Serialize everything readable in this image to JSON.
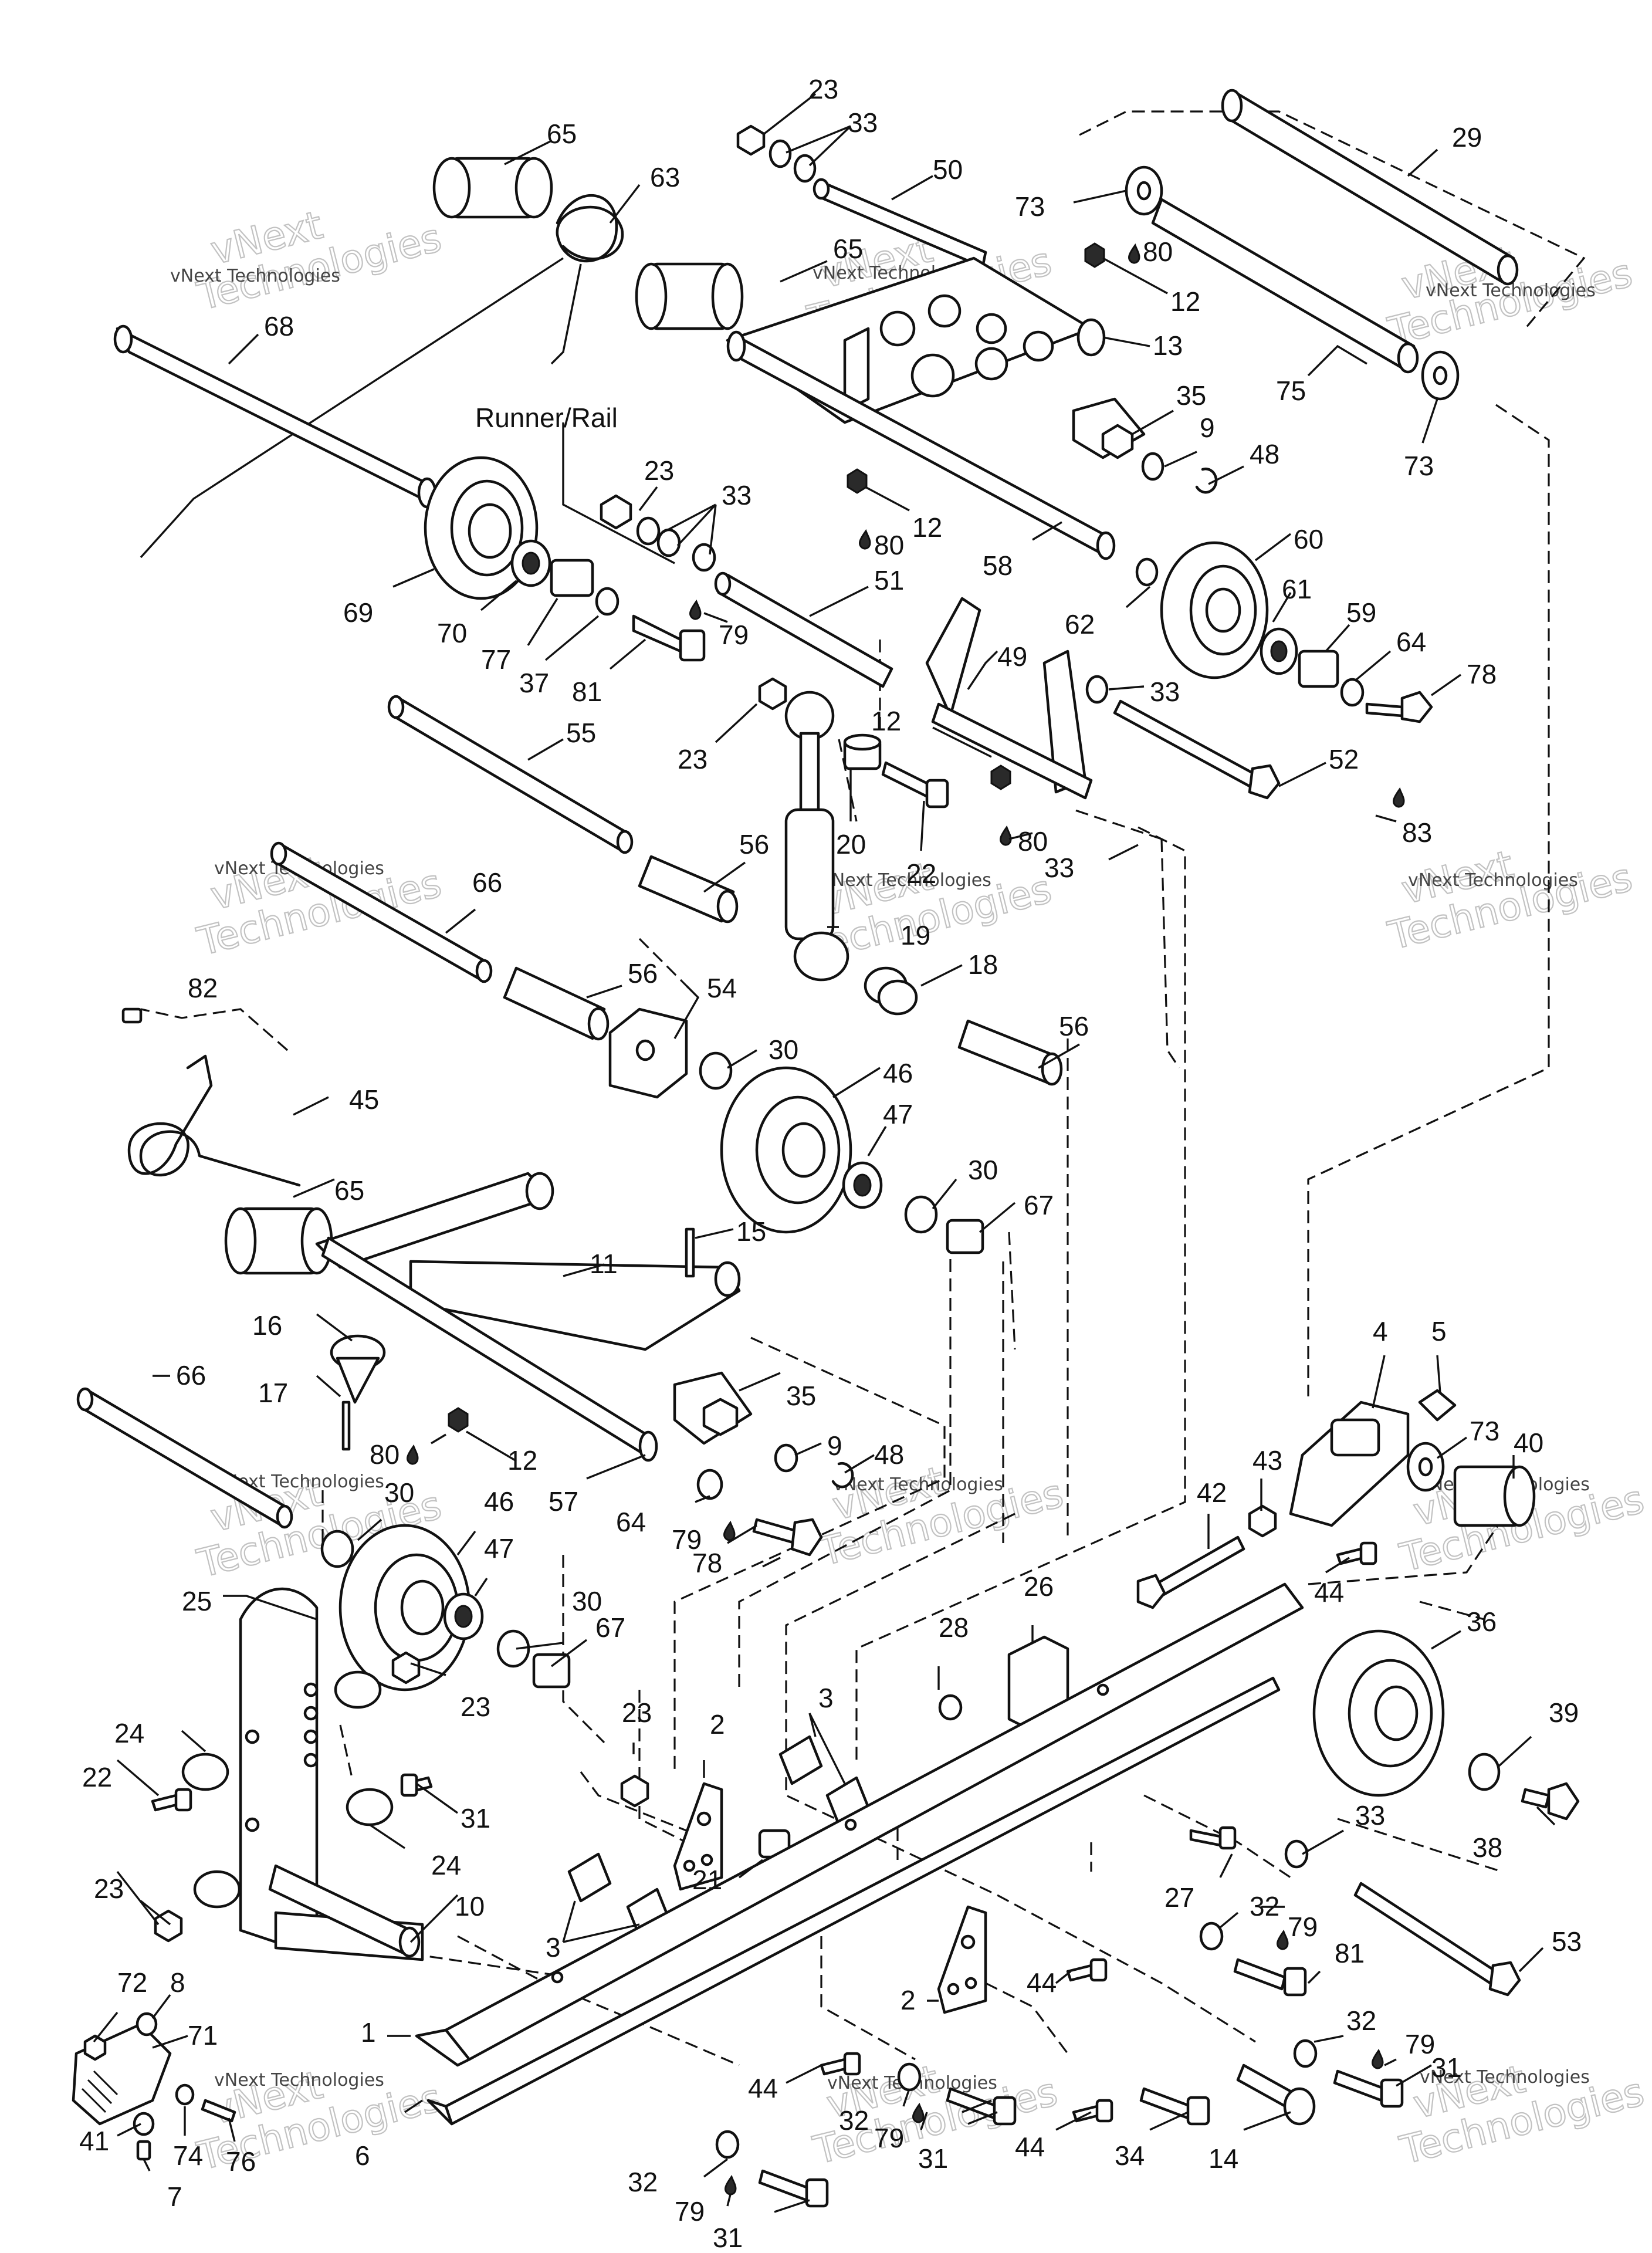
{
  "diagram": {
    "runner_label": "Runner/Rail",
    "callouts": [
      {
        "id": "c65a",
        "text": "65"
      },
      {
        "id": "c63",
        "text": "63"
      },
      {
        "id": "c68",
        "text": "68"
      },
      {
        "id": "c23a",
        "text": "23"
      },
      {
        "id": "c33a",
        "text": "33"
      },
      {
        "id": "c50",
        "text": "50"
      },
      {
        "id": "c29",
        "text": "29"
      },
      {
        "id": "c73a",
        "text": "73"
      },
      {
        "id": "c80a",
        "text": "80"
      },
      {
        "id": "c65b",
        "text": "65"
      },
      {
        "id": "c12a",
        "text": "12"
      },
      {
        "id": "c13",
        "text": "13"
      },
      {
        "id": "c75",
        "text": "75"
      },
      {
        "id": "c73b",
        "text": "73"
      },
      {
        "id": "c35a",
        "text": "35"
      },
      {
        "id": "c9a",
        "text": "9"
      },
      {
        "id": "c48a",
        "text": "48"
      },
      {
        "id": "c23b",
        "text": "23"
      },
      {
        "id": "c33b",
        "text": "33"
      },
      {
        "id": "c12b",
        "text": "12"
      },
      {
        "id": "c80b",
        "text": "80"
      },
      {
        "id": "c69",
        "text": "69"
      },
      {
        "id": "c70",
        "text": "70"
      },
      {
        "id": "c77",
        "text": "77"
      },
      {
        "id": "c37",
        "text": "37"
      },
      {
        "id": "c81a",
        "text": "81"
      },
      {
        "id": "c79a",
        "text": "79"
      },
      {
        "id": "c51",
        "text": "51"
      },
      {
        "id": "c58",
        "text": "58"
      },
      {
        "id": "c60",
        "text": "60"
      },
      {
        "id": "c61",
        "text": "61"
      },
      {
        "id": "c59",
        "text": "59"
      },
      {
        "id": "c62",
        "text": "62"
      },
      {
        "id": "c64a",
        "text": "64"
      },
      {
        "id": "c78a",
        "text": "78"
      },
      {
        "id": "c33c",
        "text": "33"
      },
      {
        "id": "c49",
        "text": "49"
      },
      {
        "id": "c12c",
        "text": "12"
      },
      {
        "id": "c55",
        "text": "55"
      },
      {
        "id": "c23c",
        "text": "23"
      },
      {
        "id": "c20",
        "text": "20"
      },
      {
        "id": "c22a",
        "text": "22"
      },
      {
        "id": "c80c",
        "text": "80"
      },
      {
        "id": "c52",
        "text": "52"
      },
      {
        "id": "c83",
        "text": "83"
      },
      {
        "id": "c33d",
        "text": "33"
      },
      {
        "id": "c56a",
        "text": "56"
      },
      {
        "id": "c66a",
        "text": "66"
      },
      {
        "id": "c19",
        "text": "19"
      },
      {
        "id": "c82",
        "text": "82"
      },
      {
        "id": "c56b",
        "text": "56"
      },
      {
        "id": "c54",
        "text": "54"
      },
      {
        "id": "c18",
        "text": "18"
      },
      {
        "id": "c56c",
        "text": "56"
      },
      {
        "id": "c30a",
        "text": "30"
      },
      {
        "id": "c46a",
        "text": "46"
      },
      {
        "id": "c45",
        "text": "45"
      },
      {
        "id": "c47a",
        "text": "47"
      },
      {
        "id": "c30b",
        "text": "30"
      },
      {
        "id": "c67a",
        "text": "67"
      },
      {
        "id": "c65c",
        "text": "65"
      },
      {
        "id": "c15",
        "text": "15"
      },
      {
        "id": "c11",
        "text": "11"
      },
      {
        "id": "c16",
        "text": "16"
      },
      {
        "id": "c17",
        "text": "17"
      },
      {
        "id": "c66b",
        "text": "66"
      },
      {
        "id": "c35b",
        "text": "35"
      },
      {
        "id": "c9b",
        "text": "9"
      },
      {
        "id": "c48b",
        "text": "48"
      },
      {
        "id": "c80d",
        "text": "80"
      },
      {
        "id": "c12d",
        "text": "12"
      },
      {
        "id": "c30c",
        "text": "30"
      },
      {
        "id": "c46b",
        "text": "46"
      },
      {
        "id": "c57",
        "text": "57"
      },
      {
        "id": "c64b",
        "text": "64"
      },
      {
        "id": "c79b",
        "text": "79"
      },
      {
        "id": "c78b",
        "text": "78"
      },
      {
        "id": "c47b",
        "text": "47"
      },
      {
        "id": "c4",
        "text": "4"
      },
      {
        "id": "c5",
        "text": "5"
      },
      {
        "id": "c73c",
        "text": "73"
      },
      {
        "id": "c40",
        "text": "40"
      },
      {
        "id": "c42",
        "text": "42"
      },
      {
        "id": "c43",
        "text": "43"
      },
      {
        "id": "c44a",
        "text": "44"
      },
      {
        "id": "c26",
        "text": "26"
      },
      {
        "id": "c25",
        "text": "25"
      },
      {
        "id": "c30d",
        "text": "30"
      },
      {
        "id": "c67b",
        "text": "67"
      },
      {
        "id": "c23d",
        "text": "23"
      },
      {
        "id": "c28",
        "text": "28"
      },
      {
        "id": "c36",
        "text": "36"
      },
      {
        "id": "c24a",
        "text": "24"
      },
      {
        "id": "c22b",
        "text": "22"
      },
      {
        "id": "c31a",
        "text": "31"
      },
      {
        "id": "c23e",
        "text": "23"
      },
      {
        "id": "c2a",
        "text": "2"
      },
      {
        "id": "c3a",
        "text": "3"
      },
      {
        "id": "c39",
        "text": "39"
      },
      {
        "id": "c24b",
        "text": "24"
      },
      {
        "id": "c33e",
        "text": "33"
      },
      {
        "id": "c38",
        "text": "38"
      },
      {
        "id": "c23f",
        "text": "23"
      },
      {
        "id": "c21",
        "text": "21"
      },
      {
        "id": "c27",
        "text": "27"
      },
      {
        "id": "c10",
        "text": "10"
      },
      {
        "id": "c32a",
        "text": "32"
      },
      {
        "id": "c79c",
        "text": "79"
      },
      {
        "id": "c53",
        "text": "53"
      },
      {
        "id": "c3b",
        "text": "3"
      },
      {
        "id": "c81b",
        "text": "81"
      },
      {
        "id": "c44b",
        "text": "44"
      },
      {
        "id": "c72",
        "text": "72"
      },
      {
        "id": "c8",
        "text": "8"
      },
      {
        "id": "c2b",
        "text": "2"
      },
      {
        "id": "c71",
        "text": "71"
      },
      {
        "id": "c32b",
        "text": "32"
      },
      {
        "id": "c79d",
        "text": "79"
      },
      {
        "id": "c1",
        "text": "1"
      },
      {
        "id": "c31b",
        "text": "31"
      },
      {
        "id": "c44c",
        "text": "44"
      },
      {
        "id": "c32c",
        "text": "32"
      },
      {
        "id": "c79e",
        "text": "79"
      },
      {
        "id": "c31c",
        "text": "31"
      },
      {
        "id": "c44d",
        "text": "44"
      },
      {
        "id": "c34",
        "text": "34"
      },
      {
        "id": "c14",
        "text": "14"
      },
      {
        "id": "c6",
        "text": "6"
      },
      {
        "id": "c41",
        "text": "41"
      },
      {
        "id": "c74",
        "text": "74"
      },
      {
        "id": "c76",
        "text": "76"
      },
      {
        "id": "c7",
        "text": "7"
      },
      {
        "id": "c32d",
        "text": "32"
      },
      {
        "id": "c79f",
        "text": "79"
      },
      {
        "id": "c31d",
        "text": "31"
      }
    ]
  },
  "watermark": {
    "brand": "vNext",
    "line1": "vNext Technologies",
    "line2": "Technologies"
  }
}
